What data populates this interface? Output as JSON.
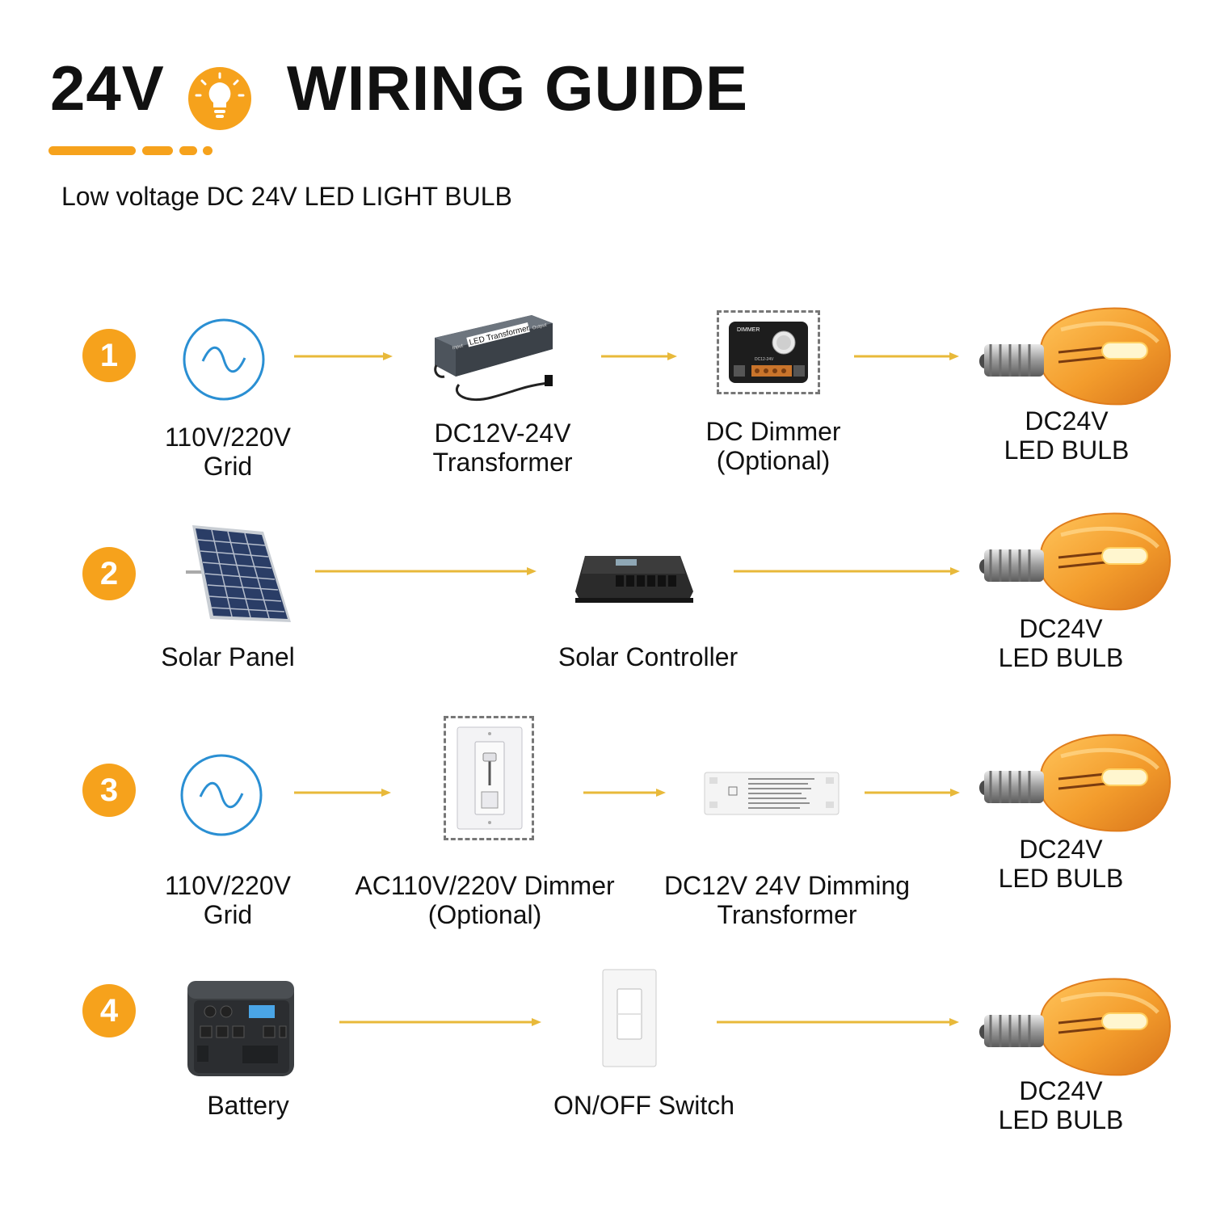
{
  "header": {
    "voltage": "24V",
    "title": "WIRING GUIDE",
    "subtitle": "Low voltage DC 24V LED LIGHT BULB"
  },
  "icons": {
    "header_bulb": "lightbulb-icon",
    "grid": "ac-sine-wave-icon",
    "transformer": "led-transformer-image",
    "dimmer": "dc-dimmer-image",
    "bulb": "amber-led-bulb-image",
    "solar_panel": "solar-panel-image",
    "solar_controller": "solar-controller-image",
    "wall_dimmer": "wall-dimmer-image",
    "dimming_driver": "dimming-driver-image",
    "battery": "battery-power-station-image",
    "switch": "rocker-switch-image"
  },
  "colors": {
    "accent": "#f6a21c",
    "arrow": "#e8b93a",
    "sine": "#2a8fd3",
    "bulb_glass": "#f3a63a"
  },
  "image_text": {
    "transformer_label": "LED Transformer",
    "transformer_input": "Input",
    "transformer_output": "Output",
    "dimmer_label": "DIMMER",
    "dimmer_model": "DC12-24V"
  },
  "rows": [
    {
      "number": "1",
      "items": [
        {
          "line1": "110V/220V",
          "line2": "Grid"
        },
        {
          "line1": "DC12V-24V",
          "line2": "Transformer"
        },
        {
          "line1": "DC Dimmer",
          "line2": "(Optional)"
        },
        {
          "line1": "DC24V",
          "line2": "LED BULB"
        }
      ]
    },
    {
      "number": "2",
      "items": [
        {
          "line1": "Solar Panel"
        },
        {
          "line1": "Solar Controller"
        },
        {
          "line1": "DC24V",
          "line2": "LED BULB"
        }
      ]
    },
    {
      "number": "3",
      "items": [
        {
          "line1": "110V/220V",
          "line2": "Grid"
        },
        {
          "line1": "AC110V/220V Dimmer",
          "line2": "(Optional)"
        },
        {
          "line1": "DC12V 24V Dimming",
          "line2": "Transformer"
        },
        {
          "line1": "DC24V",
          "line2": "LED BULB"
        }
      ]
    },
    {
      "number": "4",
      "items": [
        {
          "line1": "Battery"
        },
        {
          "line1": "ON/OFF Switch"
        },
        {
          "line1": "DC24V",
          "line2": "LED BULB"
        }
      ]
    }
  ]
}
